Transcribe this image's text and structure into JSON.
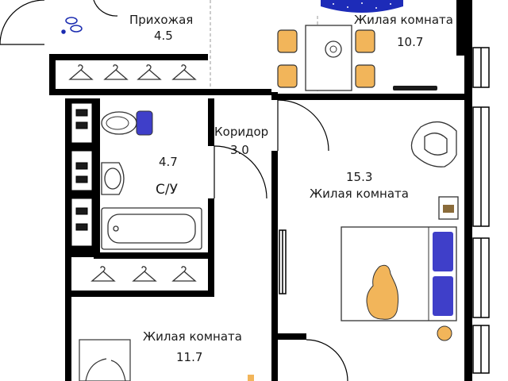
{
  "plan": {
    "colors": {
      "wall": "#000000",
      "floor": "#ffffff",
      "furniture_outline": "#333333",
      "chair_fill": "#f2b55a",
      "bed_pillow": "#3f3fc9",
      "toilet_lid": "#3f3fc9",
      "rug": "#1d2bb8",
      "dashed_line": "#999999"
    },
    "rooms": {
      "hallway": {
        "name": "Прихожая",
        "area": "4.5"
      },
      "living_top": {
        "name": "Жилая комната",
        "area": "10.7"
      },
      "corridor": {
        "name": "Коридор",
        "area": "3.0"
      },
      "bathroom": {
        "area": "4.7",
        "name": "С/У"
      },
      "living_middle": {
        "area": "15.3",
        "name": "Жилая комната"
      },
      "living_bottom": {
        "name": "Жилая комната",
        "area": "11.7"
      }
    },
    "icons": {
      "slippers": "slippers-icon",
      "hanger": "hanger-icon",
      "toilet": "toilet-icon",
      "sink": "sink-icon",
      "bathtub": "bathtub-icon",
      "dining_table": "dining-table-icon",
      "chair": "chair-icon",
      "armchair": "armchair-icon",
      "bed": "bed-icon",
      "teddy_bear": "teddy-bear-icon",
      "tv": "tv-icon",
      "nightstand": "nightstand-icon",
      "rug": "rug-icon",
      "door": "door-swing-icon",
      "window": "window-icon"
    }
  }
}
